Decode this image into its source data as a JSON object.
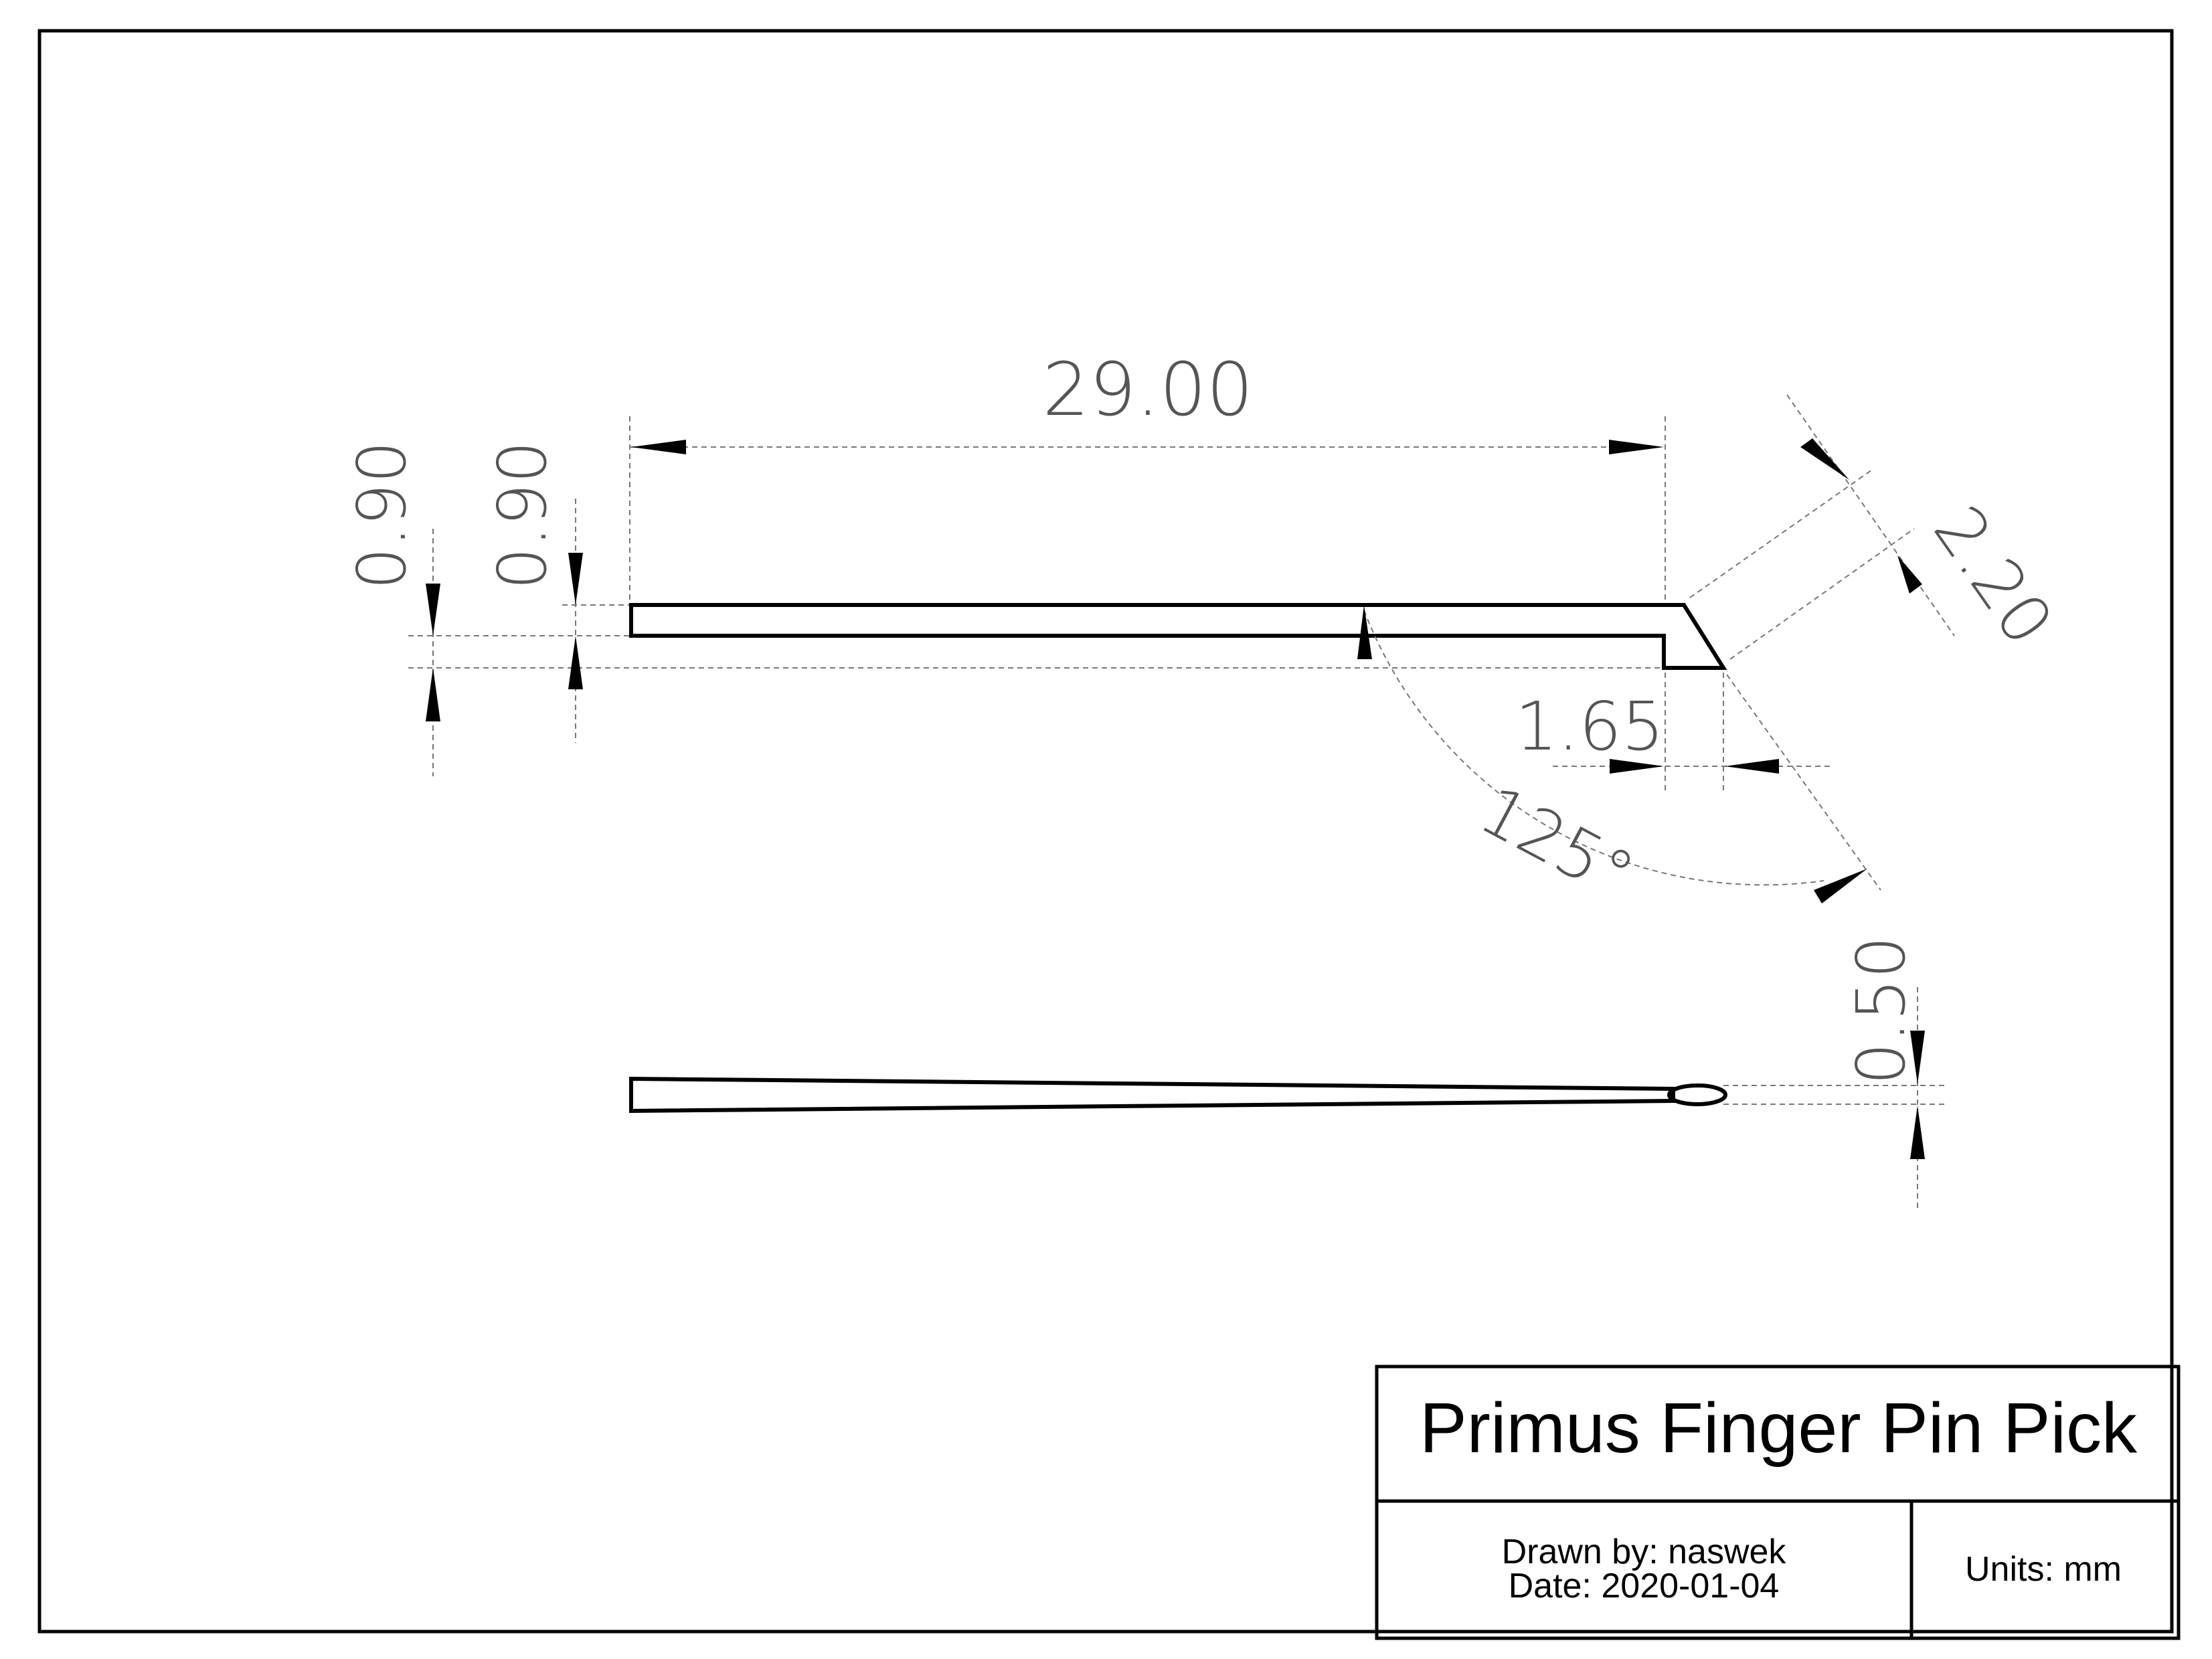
{
  "title_block": {
    "title": "Primus Finger Pin Pick",
    "drawn_by": "Drawn by: naswek",
    "date": "Date: 2020-01-04",
    "units": "Units: mm"
  },
  "dimensions": {
    "length": "29.00",
    "thickness_left": "0.90",
    "thickness_right": "0.90",
    "hook_width": "2.20",
    "hook_offset": "1.65",
    "hook_angle": "125°",
    "tip_thickness": "0.50"
  },
  "colors": {
    "line": "#000000",
    "dimension_text": "#555555",
    "extension_line": "#777777"
  }
}
